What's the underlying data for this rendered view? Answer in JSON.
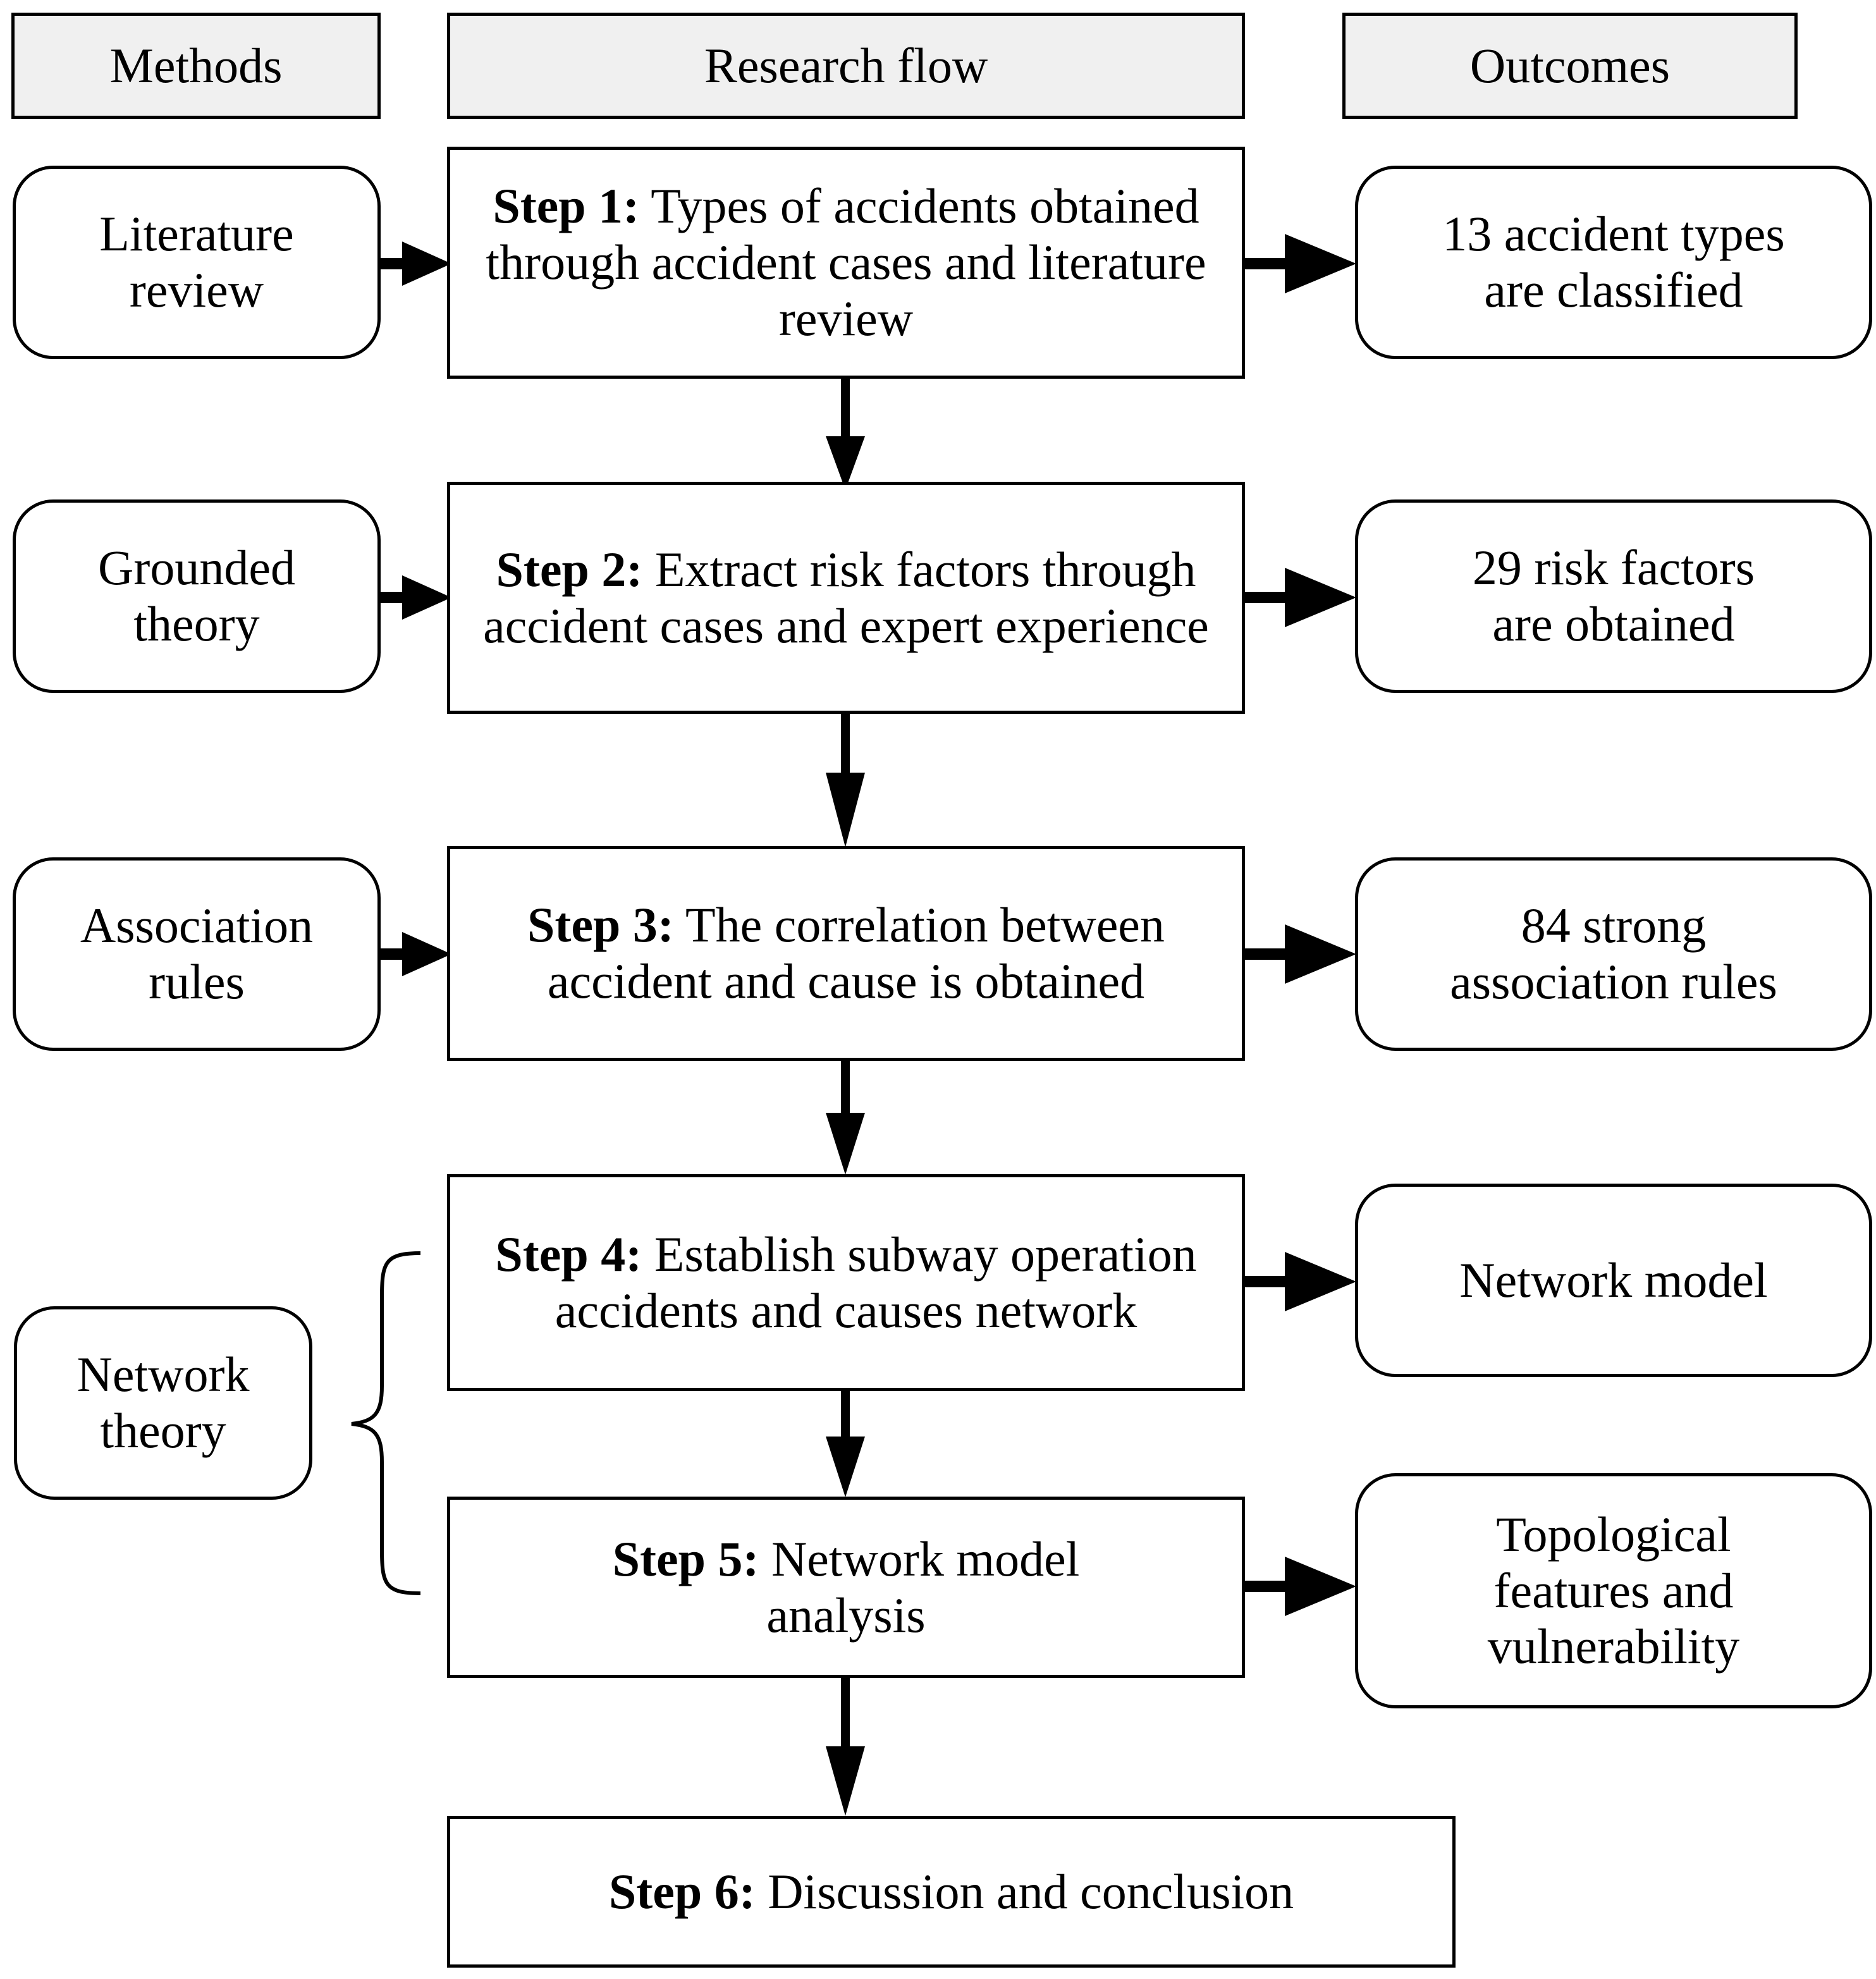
{
  "diagram": {
    "title": "Research flow diagram",
    "colors": {
      "header_fill": "#f0f0f0",
      "box_fill": "#ffffff",
      "stroke": "#000000"
    },
    "columns": [
      {
        "id": "methods",
        "label": "Methods"
      },
      {
        "id": "research_flow",
        "label": "Research flow"
      },
      {
        "id": "outcomes",
        "label": "Outcomes"
      }
    ],
    "methods": [
      {
        "id": "literature-review",
        "label": "Literature\nreview"
      },
      {
        "id": "grounded-theory",
        "label": "Grounded\ntheory"
      },
      {
        "id": "association-rules",
        "label": "Association\nrules"
      },
      {
        "id": "network-theory",
        "label": "Network\ntheory"
      }
    ],
    "steps": [
      {
        "id": "step-1",
        "step_label": "Step 1:",
        "text": " Types of accidents obtained through accident cases and literature review"
      },
      {
        "id": "step-2",
        "step_label": "Step 2:",
        "text": " Extract risk factors through accident cases and expert experience"
      },
      {
        "id": "step-3",
        "step_label": "Step 3:",
        "text": " The correlation between accident and cause is obtained"
      },
      {
        "id": "step-4",
        "step_label": "Step 4:",
        "text": " Establish subway operation accidents and causes network"
      },
      {
        "id": "step-5",
        "step_label": "Step 5:",
        "text": " Network model analysis"
      },
      {
        "id": "step-6",
        "step_label": "Step 6:",
        "text": " Discussion and conclusion"
      }
    ],
    "outcomes": [
      {
        "id": "outcome-1",
        "label": "13 accident types\nare classified"
      },
      {
        "id": "outcome-2",
        "label": "29 risk factors\nare obtained"
      },
      {
        "id": "outcome-3",
        "label": "84 strong\nassociation rules"
      },
      {
        "id": "outcome-4",
        "label": "Network model"
      },
      {
        "id": "outcome-5",
        "label": "Topological\nfeatures and\nvulnerability"
      }
    ]
  }
}
